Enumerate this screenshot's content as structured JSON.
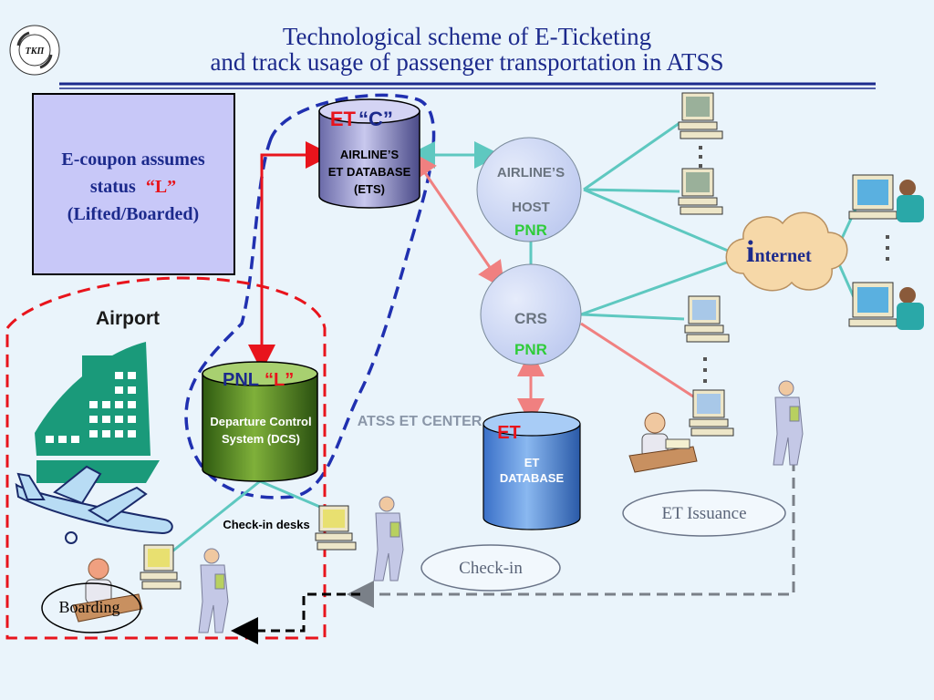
{
  "title": {
    "line1": "Technological scheme of E-Ticketing",
    "line2": "and track usage of passenger transportation in ATSS"
  },
  "logo": {
    "text": "ТКП"
  },
  "ecoupon": {
    "line1": "E-coupon assumes",
    "line2": "status",
    "status": "“L”",
    "line3": "(Lifted/Boarded)"
  },
  "ets": {
    "et": "ET",
    "c": "“C”",
    "line1": "AIRLINE’S",
    "line2": "ET DATABASE",
    "line3": "(ETS)"
  },
  "dcs": {
    "pnl": "PNL",
    "l": "“L”",
    "line1": "Departure Control",
    "line2": "System (DCS)"
  },
  "airport": {
    "label": "Airport"
  },
  "host": {
    "line1": "AIRLINE’S",
    "line2": "HOST",
    "pnr": "PNR"
  },
  "crs": {
    "label": "CRS",
    "pnr": "PNR"
  },
  "etdb": {
    "et": "ET",
    "line1": "ET",
    "line2": "DATABASE"
  },
  "center": {
    "label": "ATSS ET CENTER"
  },
  "internet": {
    "i": "i",
    "rest": "nternet"
  },
  "ovals": {
    "issuance": "ET Issuance",
    "checkin": "Check-in",
    "boarding": "Boarding"
  },
  "checkin_desks": {
    "label": "Check-in desks"
  },
  "colors": {
    "navy": "#1c2a8c",
    "red": "#e8141c",
    "green": "#2fcc3a",
    "teal": "#5ec8c0",
    "salmon": "#f08080"
  }
}
